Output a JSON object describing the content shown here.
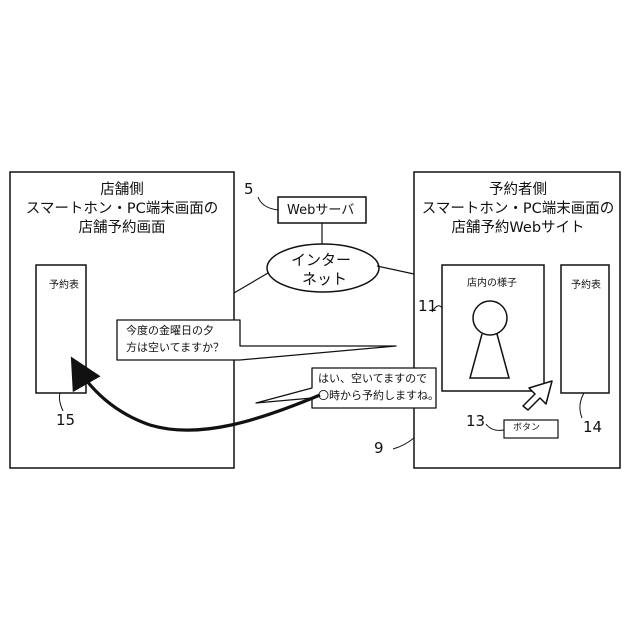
{
  "store_side": {
    "title_lines": [
      "店舗側",
      "スマートホン・PC端末画面の",
      "店舗予約画面"
    ],
    "reservation_table_label": "予約表",
    "ref_number": "15"
  },
  "reserver_side": {
    "title_lines": [
      "予約者側",
      "スマートホン・PC端末画面の",
      "店舗予約Webサイト"
    ],
    "store_view_label": "店内の様子",
    "reservation_table_label": "予約表",
    "button_label": "ボタン",
    "ref_numbers": {
      "store_view": "11",
      "button": "13",
      "table": "14",
      "screen": "9"
    }
  },
  "server": {
    "label": "Webサーバ",
    "ref_number": "5"
  },
  "internet": {
    "label_lines": [
      "インター",
      "ネット"
    ]
  },
  "messages": {
    "question_lines": [
      "今度の金曜日の夕",
      "方は空いてますか？"
    ],
    "answer_lines": [
      "はい、空いてますので",
      "〇時から予約しますね。"
    ]
  }
}
